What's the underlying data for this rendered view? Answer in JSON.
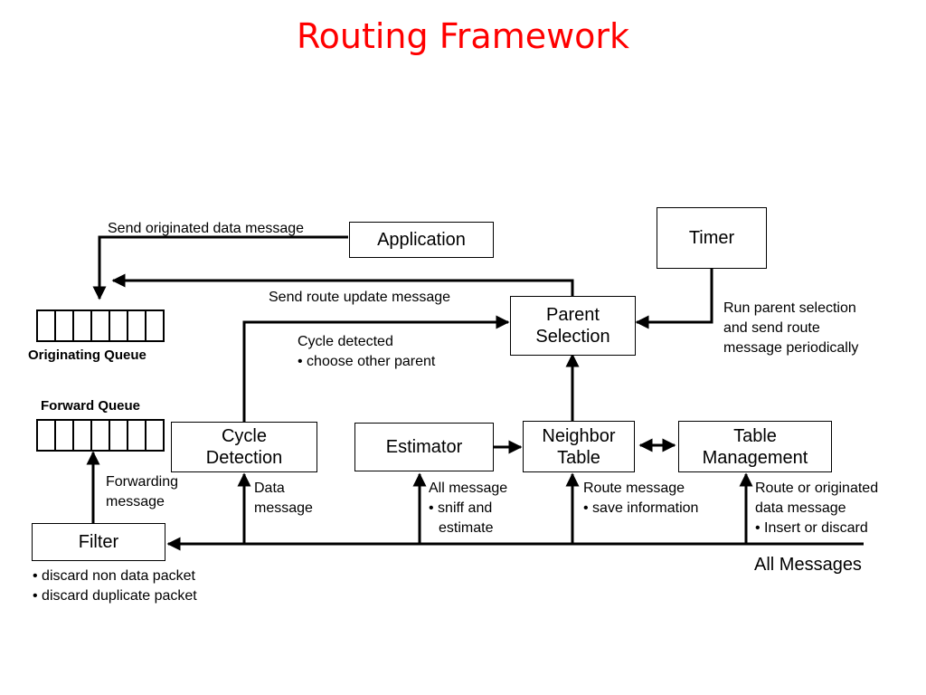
{
  "title": "Routing Framework",
  "boxes": {
    "application": "Application",
    "timer": "Timer",
    "parent_selection": [
      "Parent",
      "Selection"
    ],
    "cycle_detection": [
      "Cycle",
      "Detection"
    ],
    "estimator": "Estimator",
    "neighbor_table": [
      "Neighbor",
      "Table"
    ],
    "table_management": [
      "Table",
      "Management"
    ],
    "filter": "Filter"
  },
  "queues": {
    "originating": {
      "label": "Originating Queue",
      "slots": 7
    },
    "forward": {
      "label": "Forward Queue",
      "slots": 7
    }
  },
  "labels": {
    "send_originated": "Send originated data message",
    "send_route_update": "Send route update message",
    "cycle_detected": [
      "Cycle detected",
      "• choose other parent"
    ],
    "timer_note": [
      "Run parent selection",
      "and send route",
      "message periodically"
    ],
    "forwarding": [
      "Forwarding",
      "message"
    ],
    "data_message": [
      "Data",
      "message"
    ],
    "all_message": [
      "All message",
      "• sniff and",
      "estimate"
    ],
    "route_message": [
      "Route message",
      "• save information"
    ],
    "route_or_originated": [
      "Route or originated",
      "data message",
      "• Insert or discard"
    ],
    "filter_notes": [
      "• discard non data packet",
      "• discard duplicate packet"
    ],
    "all_messages": "All Messages"
  }
}
